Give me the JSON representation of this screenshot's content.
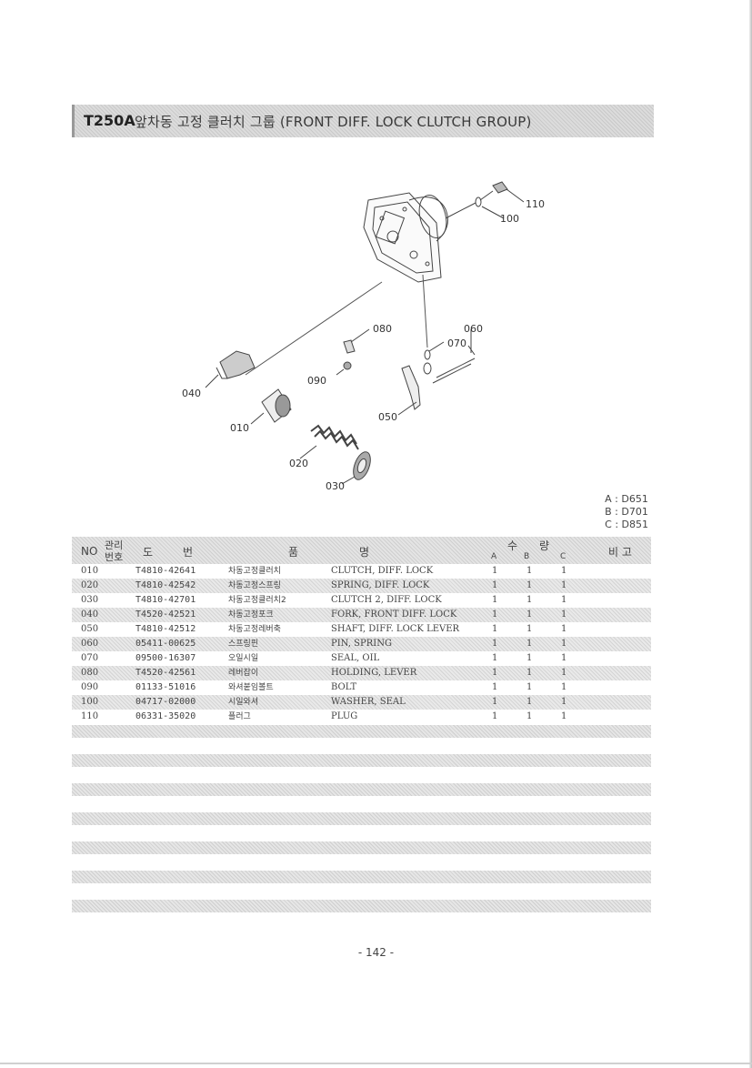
{
  "header": {
    "code": "T250A",
    "title": "앞차동 고정 클러치 그룹 (FRONT DIFF. LOCK CLUTCH GROUP)"
  },
  "diagram": {
    "labels": [
      "110",
      "100",
      "080",
      "060",
      "070",
      "090",
      "040",
      "050",
      "010",
      "020",
      "030"
    ]
  },
  "models": [
    "A : D651",
    "B : D701",
    "C : D851"
  ],
  "table": {
    "headers": {
      "no": "NO",
      "ref_top": "관리",
      "ref_bottom": "번호",
      "drawing1": "도",
      "drawing2": "번",
      "name1": "품",
      "name2": "명",
      "qty1": "수",
      "qty2": "량",
      "qa": "A",
      "qb": "B",
      "qc": "C",
      "remarks": "비 고"
    },
    "rows": [
      {
        "no": "010",
        "part": "T4810-42641",
        "kr": "차동고정클러치",
        "en": "CLUTCH, DIFF. LOCK",
        "a": "1",
        "b": "1",
        "c": "1"
      },
      {
        "no": "020",
        "part": "T4810-42542",
        "kr": "차동고정스프링",
        "en": "SPRING, DIFF. LOCK",
        "a": "1",
        "b": "1",
        "c": "1"
      },
      {
        "no": "030",
        "part": "T4810-42701",
        "kr": "차동고정클러치2",
        "en": "CLUTCH 2, DIFF. LOCK",
        "a": "1",
        "b": "1",
        "c": "1"
      },
      {
        "no": "040",
        "part": "T4520-42521",
        "kr": "차동고정포크",
        "en": "FORK, FRONT DIFF. LOCK",
        "a": "1",
        "b": "1",
        "c": "1"
      },
      {
        "no": "050",
        "part": "T4810-42512",
        "kr": "차동고정레버축",
        "en": "SHAFT, DIFF. LOCK LEVER",
        "a": "1",
        "b": "1",
        "c": "1"
      },
      {
        "no": "060",
        "part": "05411-00625",
        "kr": "스프링핀",
        "en": "PIN, SPRING",
        "a": "1",
        "b": "1",
        "c": "1"
      },
      {
        "no": "070",
        "part": "09500-16307",
        "kr": "오일시일",
        "en": "SEAL, OIL",
        "a": "1",
        "b": "1",
        "c": "1"
      },
      {
        "no": "080",
        "part": "T4520-42561",
        "kr": "레버잡이",
        "en": "HOLDING, LEVER",
        "a": "1",
        "b": "1",
        "c": "1"
      },
      {
        "no": "090",
        "part": "01133-51016",
        "kr": "와셔붙임볼트",
        "en": "BOLT",
        "a": "1",
        "b": "1",
        "c": "1"
      },
      {
        "no": "100",
        "part": "04717-02000",
        "kr": "시일와셔",
        "en": "WASHER, SEAL",
        "a": "1",
        "b": "1",
        "c": "1"
      },
      {
        "no": "110",
        "part": "06331-35020",
        "kr": "플러그",
        "en": "PLUG",
        "a": "1",
        "b": "1",
        "c": "1"
      }
    ]
  },
  "footer": {
    "page": "- 142 -"
  }
}
